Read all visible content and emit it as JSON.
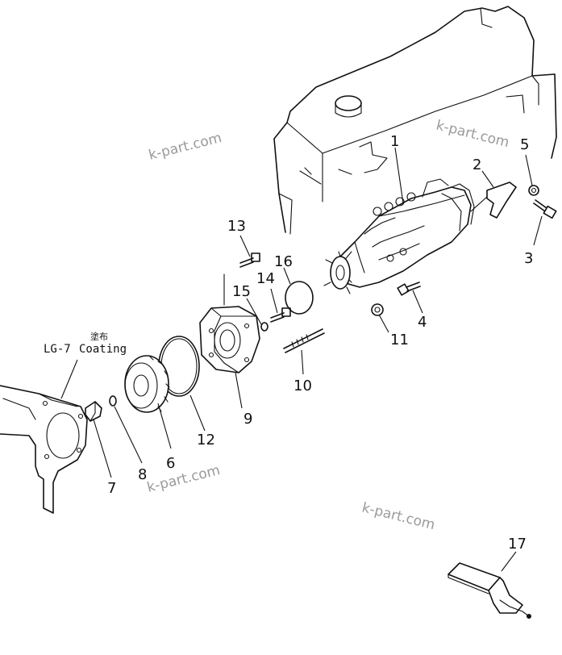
{
  "watermarks": [
    "k-part.com",
    "k-part.com",
    "k-part.com",
    "k-part.com"
  ],
  "callouts": [
    "1",
    "2",
    "3",
    "4",
    "5",
    "6",
    "7",
    "8",
    "9",
    "10",
    "11",
    "12",
    "13",
    "14",
    "15",
    "16",
    "17"
  ],
  "note": {
    "japanese": "塗布",
    "code": "LG-7",
    "text": "Coating"
  }
}
